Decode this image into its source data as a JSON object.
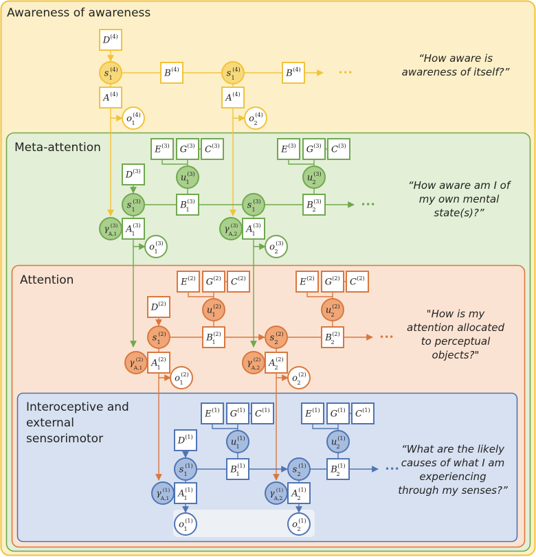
{
  "levels": [
    {
      "id": 4,
      "title": "Awareness of awareness",
      "title_lines": [
        "Awareness of awareness"
      ],
      "question_lines": [
        "“How aware is",
        "awareness of itself?”"
      ],
      "color": "#f2c23a",
      "fill": "#fdf0c8",
      "node_fill": "#f7d97a",
      "nodes": {
        "D": "D",
        "s1": "s",
        "B1": "B",
        "s2": "s",
        "B2": "B",
        "A1": "A",
        "A2": "A",
        "o1": "o",
        "o2": "o"
      },
      "labels": {
        "D_sup": "(4)",
        "s1_sup": "(4)",
        "s1_sub": "1",
        "B1_sup": "(4)",
        "s2_sup": "(4)",
        "s2_sub": "1",
        "B2_sup": "(4)",
        "A1_sup": "(4)",
        "A2_sup": "(4)",
        "o1_sup": "(4)",
        "o1_sub": "1",
        "o2_sup": "(4)",
        "o2_sub": "2"
      },
      "ellipsis": "•••"
    },
    {
      "id": 3,
      "title": "Meta-attention",
      "title_lines": [
        "Meta-attention"
      ],
      "question_lines": [
        "“How aware am I of",
        "my own mental",
        "state(s)?”"
      ],
      "color": "#6fa84f",
      "fill": "#e3efd6",
      "node_fill": "#a9cf8c",
      "labels": {
        "E": "E",
        "G": "G",
        "C": "C",
        "sup": "(3)",
        "D": "D",
        "u1_sub": "1",
        "u2_sub": "2",
        "s1_sub": "1",
        "s2_sub": "1",
        "B1_sub": "1",
        "B2_sub": "2",
        "A1_sub": "1",
        "A2_sub": "1",
        "g1_sub": "A,1",
        "g2_sub": "A,2",
        "o1_sub": "1",
        "o2_sub": "2"
      },
      "ellipsis": "•••"
    },
    {
      "id": 2,
      "title": "Attention",
      "title_lines": [
        "Attention"
      ],
      "question_lines": [
        "\"How is my",
        "attention allocated",
        "to perceptual",
        "objects?\""
      ],
      "color": "#d9773e",
      "fill": "#fbe3d3",
      "node_fill": "#f0a676",
      "labels": {
        "E": "E",
        "G": "G",
        "C": "C",
        "sup": "(2)",
        "D": "D",
        "u1_sub": "1",
        "u2_sub": "2",
        "s1_sub": "1",
        "s2_sub": "2",
        "B1_sub": "1",
        "B2_sub": "2",
        "A1_sub": "1",
        "A2_sub": "2",
        "g1_sub": "A,1",
        "g2_sub": "A,2",
        "o1_sub": "1",
        "o2_sub": "2"
      },
      "ellipsis": "•••"
    },
    {
      "id": 1,
      "title": "Interoceptive and external sensorimotor",
      "title_lines": [
        "Interoceptive and",
        "external",
        "sensorimotor"
      ],
      "question_lines": [
        "“What are the likely",
        "causes of what I am",
        "experiencing",
        "through my senses?”"
      ],
      "color": "#4f74b3",
      "fill": "#d8e1f1",
      "node_fill": "#a7bde0",
      "labels": {
        "E": "E",
        "G": "G",
        "C": "C",
        "sup": "(1)",
        "D": "D",
        "u1_sub": "1",
        "u2_sub": "2",
        "s1_sub": "1",
        "s2_sub": "2",
        "B1_sub": "1",
        "B2_sub": "2",
        "A1_sub": "1",
        "A2_sub": "2",
        "g1_sub": "A,1",
        "g2_sub": "A,2",
        "o1_sub": "1",
        "o2_sub": "2"
      },
      "ellipsis": "•••"
    }
  ],
  "symbols": {
    "gamma": "γ",
    "u": "u",
    "s": "s",
    "o": "o",
    "A": "A",
    "B": "B"
  }
}
